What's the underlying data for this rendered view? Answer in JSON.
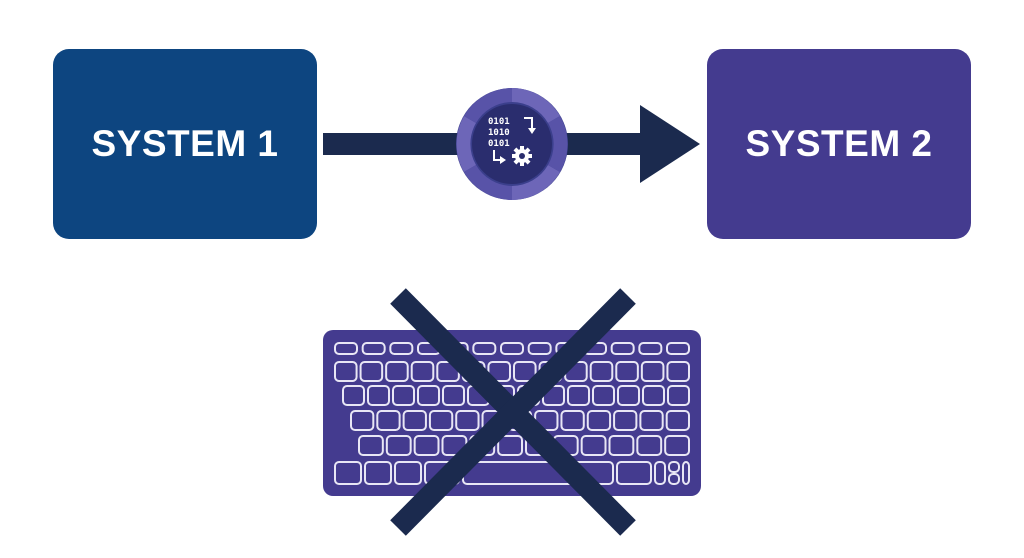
{
  "diagram": {
    "system1_label": "SYSTEM 1",
    "system2_label": "SYSTEM 2",
    "integration_icon": {
      "name": "data-conversion-gear-icon",
      "binary_rows": [
        "0101",
        "1010",
        "0101"
      ]
    },
    "keyboard": {
      "name": "keyboard-icon",
      "crossed_out": true,
      "rows": 6
    },
    "colors": {
      "system1": "#0d4580",
      "system2": "#443b8f",
      "arrow": "#1b2a4e",
      "keyboard": "#443b8f",
      "cross": "#1b2a4e",
      "hub_outer": "#3b3f8c",
      "hub_inner": "#2a2d6e"
    }
  }
}
